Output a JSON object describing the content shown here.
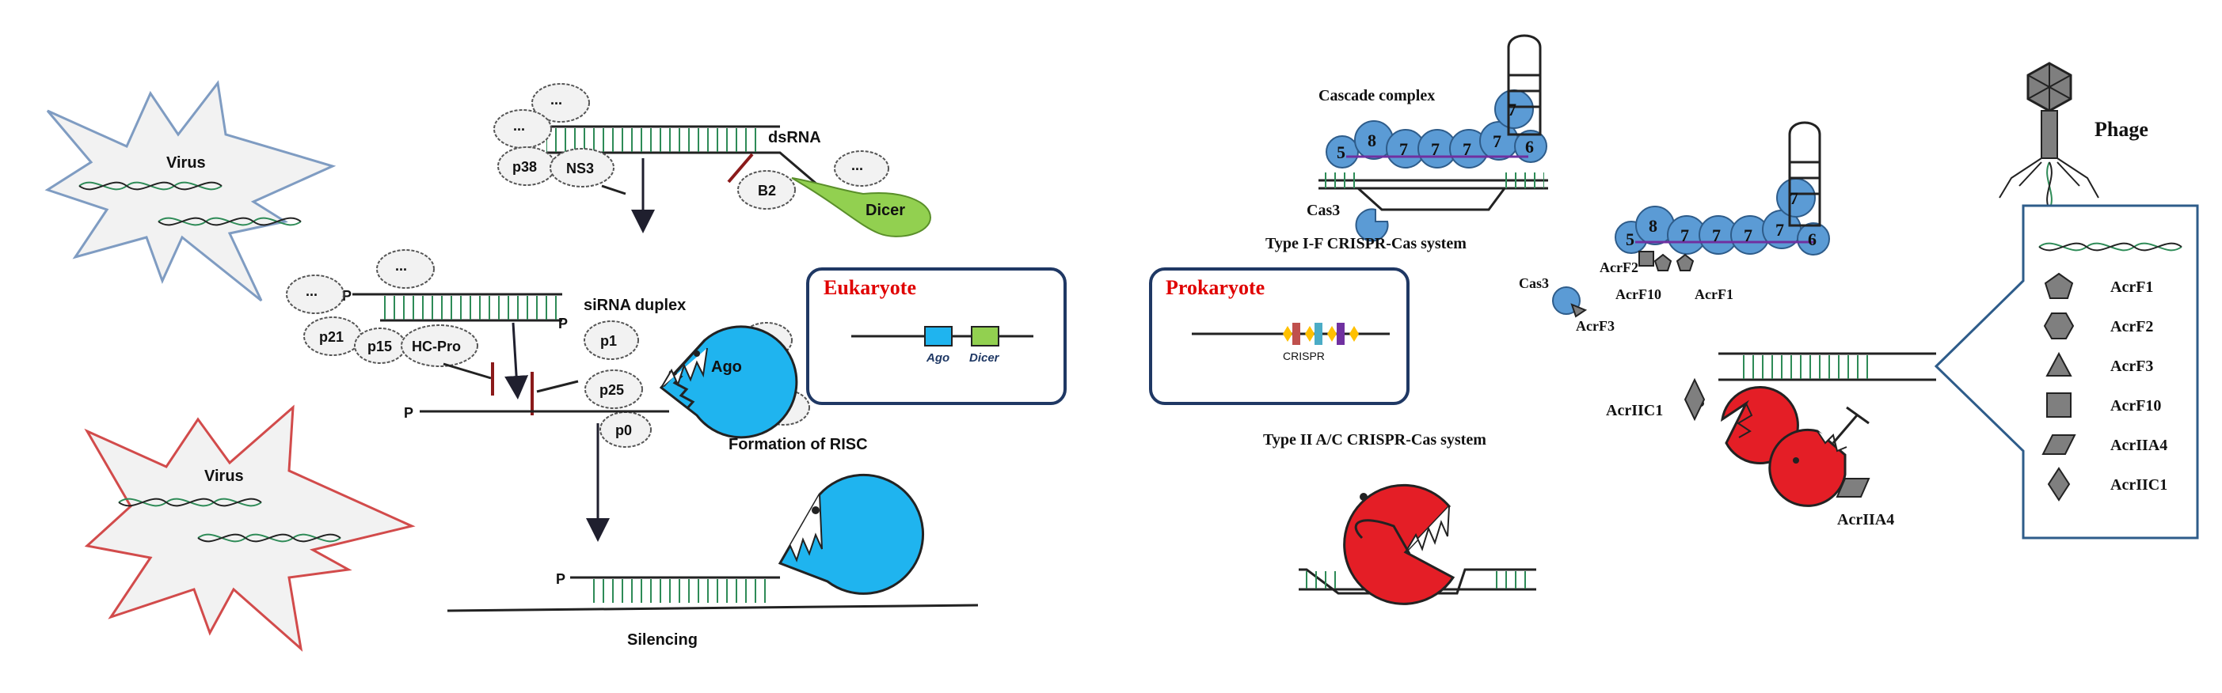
{
  "viruses": [
    {
      "label": "Virus",
      "outline": "#7f9cc2"
    },
    {
      "label": "Virus",
      "outline": "#d24b4b"
    }
  ],
  "eukaryote": {
    "title": "Eukaryote",
    "gene_ago": "Ago",
    "gene_dicer": "Dicer",
    "labels": {
      "dsrna": "dsRNA",
      "dicer": "Dicer",
      "b2": "B2",
      "p38": "p38",
      "ns3": "NS3",
      "ellipsis": "...",
      "sirna_duplex": "siRNA duplex",
      "p21": "p21",
      "p15": "p15",
      "hcpro": "HC-Pro",
      "p1": "p1",
      "p25": "p25",
      "p0": "p0",
      "ago": "Ago",
      "risc": "Formation of RISC",
      "silencing": "Silencing",
      "p": "P"
    }
  },
  "prokaryote": {
    "title": "Prokaryote",
    "crispr": "CRISPR",
    "cascade": "Cascade complex",
    "cas3": "Cas3",
    "type_if": "Type I-F CRISPR-Cas system",
    "type_ii": "Type II A/C CRISPR-Cas system",
    "acr": {
      "acrf2": "AcrF2",
      "acrf10": "AcrF10",
      "acrf1": "AcrF1",
      "acrf3": "AcrF3",
      "acriic1": "AcrIIC1",
      "acriia4": "AcrIIA4"
    },
    "cascade_numbers": [
      "5",
      "8",
      "7",
      "7",
      "7",
      "7",
      "7",
      "6"
    ],
    "phage": "Phage",
    "legend": [
      {
        "shape": "pentagon",
        "label": "AcrF1"
      },
      {
        "shape": "hexagon",
        "label": "AcrF2"
      },
      {
        "shape": "triangle",
        "label": "AcrF3"
      },
      {
        "shape": "square",
        "label": "AcrF10"
      },
      {
        "shape": "parallelogram",
        "label": "AcrIIA4"
      },
      {
        "shape": "diamond",
        "label": "AcrIIC1"
      }
    ]
  },
  "colors": {
    "ago_blue": "#1fb4ef",
    "dicer_green": "#92d050",
    "cas9_red": "#e41e26",
    "cascade_blue": "#5b9bd5",
    "rna_green": "#2e8b57",
    "box_navy": "#1f3864",
    "title_red": "#e00000",
    "inhibit_red": "#8b1a1a"
  }
}
